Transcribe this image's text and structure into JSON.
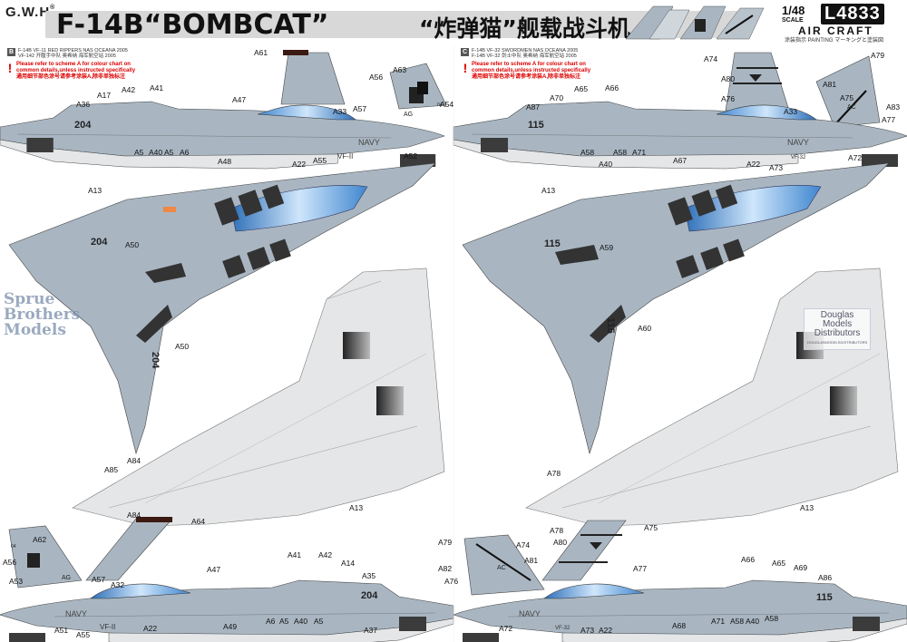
{
  "header": {
    "brand": "G.W.H",
    "brand_mark": "®",
    "title_en": "F-14B“BOMBCAT”",
    "title_cn": "“炸弹猫”舰载战斗机",
    "scale": "1/48",
    "scale_label": "SCALE",
    "catalog_number": "L4833",
    "aircraft": "AIR CRAFT",
    "subline": "涂装指示 PAINTING マーキングと塗装図"
  },
  "schemes": [
    {
      "letter": "B",
      "lines": [
        "F-14B VF-11 RED RIPPERS NAS OCEANA 2005",
        "VF-142 开膛手中队 奥希纳 海军航空站 2005"
      ],
      "note": [
        "Please refer to scheme A for colour chart on",
        "common details,unless instructed specifically",
        "通用细节部色涂号请参考涂装A,除非单独标注"
      ]
    },
    {
      "letter": "C",
      "lines": [
        "F-14B VF-32 SWORDMEN NAS OCEANA 2005",
        "F-14B VF-32 剑士中队 奥希纳 海军航空站 2005"
      ],
      "note": [
        "Please refer to scheme A for colour chart on",
        "common details,unless instructed specifically",
        "通用细节部色涂号请参考涂装A,除非单独标注"
      ]
    }
  ],
  "markings": {
    "modex_b": "204",
    "modex_c": "115",
    "navy": "NAVY",
    "squadron_b": "VF-II",
    "squadron_c": "VF-32",
    "tail_code_b": "AG",
    "tail_code_c": "AC",
    "tail_number": "04"
  },
  "callouts_b_side_top": [
    "A61",
    "A63",
    "A56",
    "A36",
    "A17",
    "A42",
    "A41",
    "A47",
    "A33",
    "A57",
    "A54",
    "A5",
    "A40",
    "A5",
    "A6",
    "A48",
    "A22",
    "A55",
    "A52"
  ],
  "callouts_b_top": [
    "A13",
    "A50",
    "A50"
  ],
  "callouts_b_bottom": [
    "A85",
    "A84",
    "A84",
    "A13"
  ],
  "callouts_b_side_bottom": [
    "A64",
    "A62",
    "A56",
    "A53",
    "A57",
    "A32",
    "A47",
    "A41",
    "A42",
    "A14",
    "A35",
    "A49",
    "A6",
    "A5",
    "A40",
    "A5",
    "A37",
    "A51",
    "A55",
    "A22"
  ],
  "callouts_c_side_top": [
    "A74",
    "A79",
    "A80",
    "A75",
    "A81",
    "A76",
    "A83",
    "A77",
    "A33",
    "A65",
    "A66",
    "A87",
    "A70",
    "A58",
    "A58",
    "A71",
    "A40",
    "A67",
    "A22",
    "A73",
    "A72"
  ],
  "callouts_c_top": [
    "A13",
    "A59",
    "A60"
  ],
  "callouts_c_bottom": [
    "A78",
    "A78",
    "A13"
  ],
  "callouts_c_side_bottom": [
    "A75",
    "A79",
    "A74",
    "A80",
    "A81",
    "A82",
    "A77",
    "A76",
    "A66",
    "A65",
    "A69",
    "A86",
    "A72",
    "A73",
    "A22",
    "A68",
    "A71",
    "A58",
    "A40",
    "A58"
  ],
  "watermarks": {
    "sbm": [
      "Sprue",
      "Brothers",
      "Models"
    ],
    "dmd": [
      "Douglas",
      "Models",
      "Distributors"
    ],
    "dmd_tag": "DOUGLASMODELSDISTRIBUTORS"
  },
  "colors": {
    "gray": "#a9b6c2",
    "light_gray": "#e4e6e8",
    "dark": "#3b3b3b",
    "canopy": "#4a8fd6",
    "warning": "#d00000"
  }
}
